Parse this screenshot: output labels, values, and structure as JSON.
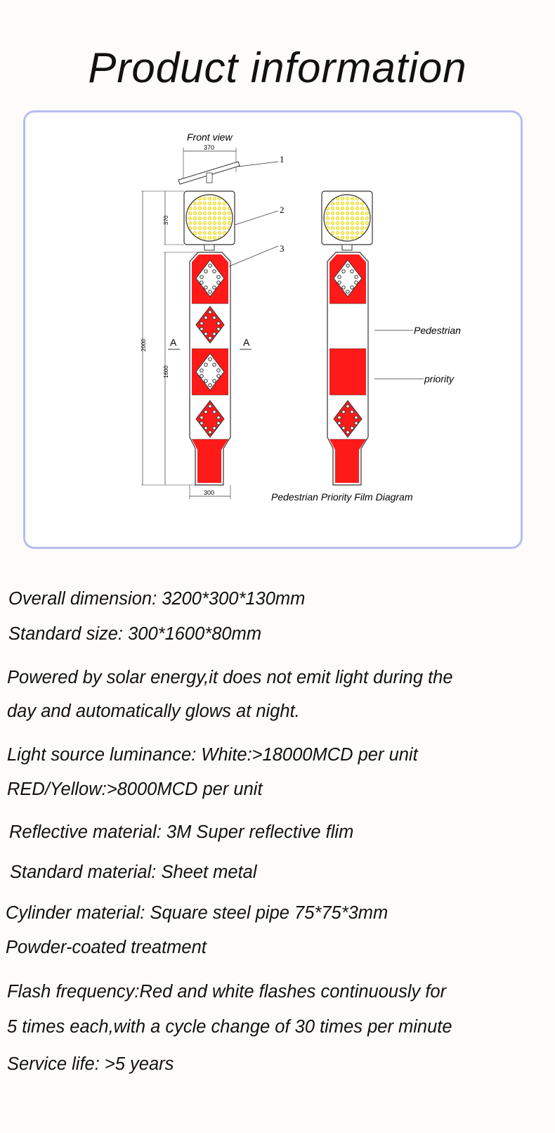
{
  "title": "Product information",
  "diagram": {
    "front_view_label": "Front view",
    "callouts": [
      "1",
      "2",
      "3"
    ],
    "dimensions": {
      "width_top": "370",
      "height_head": "370",
      "height_total": "2000",
      "height_body": "1600",
      "width_bottom": "300"
    },
    "section_marks": [
      "A",
      "A"
    ],
    "side_labels": [
      "Pedestrian",
      "priority"
    ],
    "caption": "Pedestrian Priority Film Diagram",
    "colors": {
      "red": "#ff1a1a",
      "frame_border": "#b8bcf2",
      "led": "#fff36a"
    }
  },
  "specs": [
    "Overall dimension: 3200*300*130mm",
    "Standard size: 300*1600*80mm",
    "Powered by solar energy,it does not emit light during the",
    "day and automatically glows at night.",
    "Light source luminance: White:>18000MCD per unit",
    "RED/Yellow:>8000MCD per unit",
    "Reflective material: 3M Super reflective flim",
    "Standard material: Sheet metal",
    "Cylinder material: Square  steel pipe 75*75*3mm",
    "Powder-coated treatment",
    "Flash frequency:Red and white flashes continuously for",
    "5 times each,with a cycle change of 30 times per minute",
    "Service life: >5 years"
  ]
}
